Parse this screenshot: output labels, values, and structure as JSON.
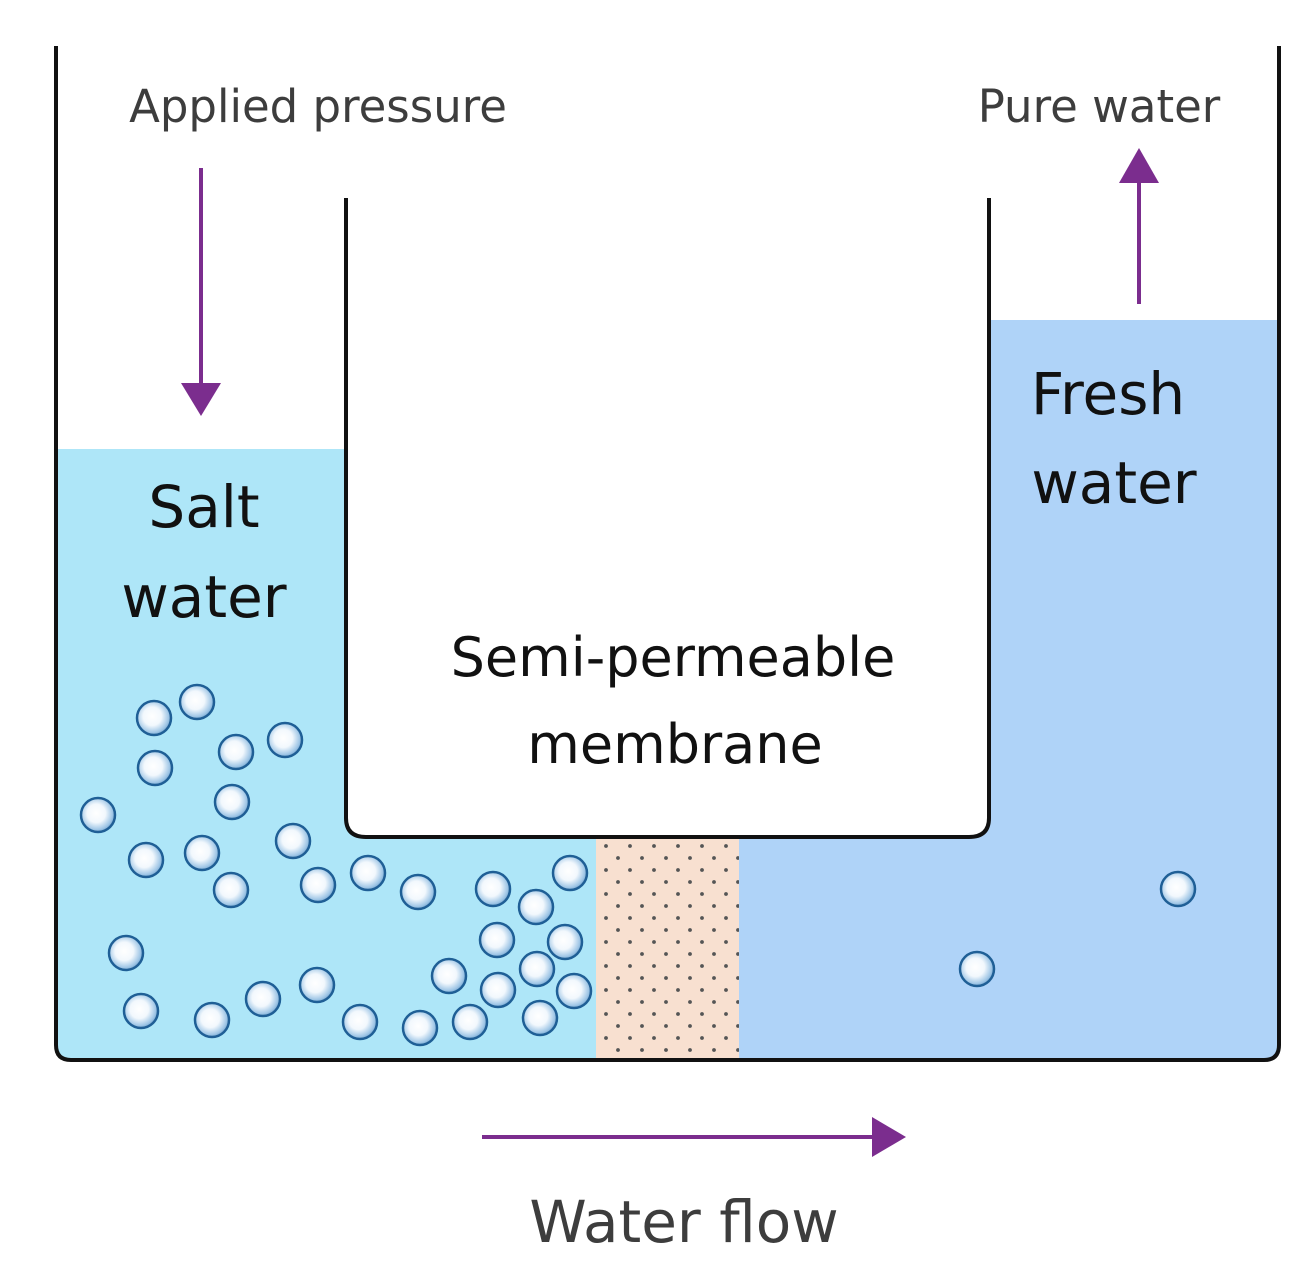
{
  "labels": {
    "applied_pressure": "Applied pressure",
    "pure_water": "Pure water",
    "salt_water_line1": "Salt",
    "salt_water_line2": "water",
    "fresh_water_line1": "Fresh",
    "fresh_water_line2": "water",
    "membrane_line1": "Semi-permeable",
    "membrane_line2": "membrane",
    "water_flow": "Water flow"
  },
  "colors": {
    "salt_water": "#aee6f8",
    "fresh_water": "#afd3f8",
    "membrane_fill": "#f8e0d0",
    "membrane_dots": "#555555",
    "arrow": "#7b2d8e",
    "container_outline": "#111111",
    "particle_outline": "#1f5f96"
  }
}
